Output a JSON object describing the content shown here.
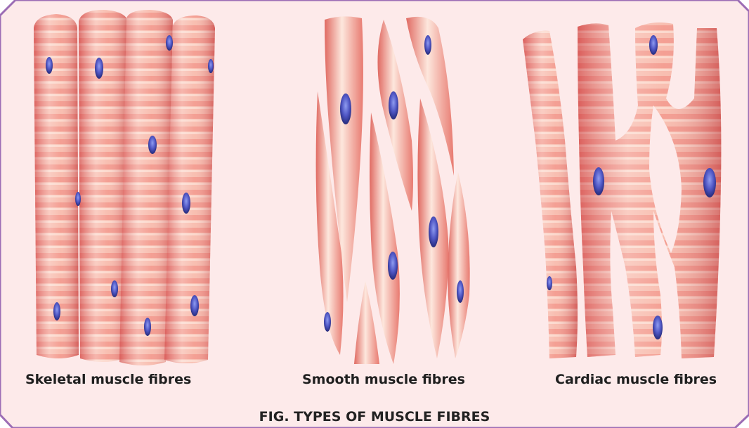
{
  "labels": {
    "skeletal": "Skeletal muscle fibres",
    "smooth": "Smooth muscle fibres",
    "cardiac": "Cardiac muscle fibres"
  },
  "figure_title": "FIG. TYPES OF MUSCLE FIBRES",
  "colors": {
    "background": "#fdeaea",
    "frame": "#9c6db5",
    "fibre_light": "#fbd9cc",
    "fibre_mid": "#f49c8a",
    "fibre_dark": "#e0605a",
    "nucleus": "#3b3f9e"
  }
}
